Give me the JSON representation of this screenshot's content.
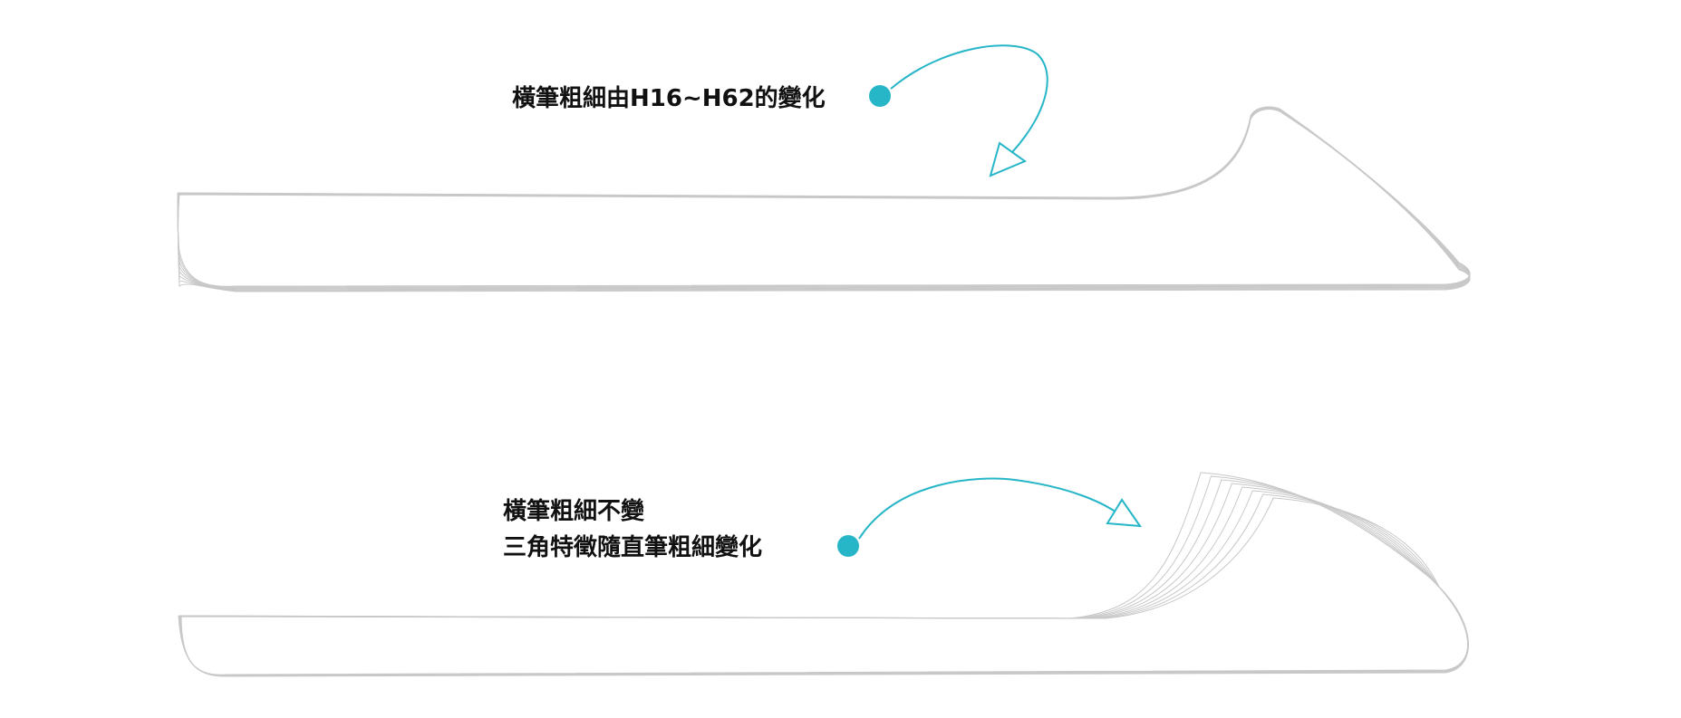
{
  "annotations": [
    {
      "lines": [
        "橫筆粗細由H16~H62的變化"
      ]
    },
    {
      "lines": [
        "橫筆粗細不變",
        "三角特徵隨直筆粗細變化"
      ]
    }
  ],
  "colors": {
    "accent": "#26b6c8",
    "stroke": "#c8c8c8"
  },
  "variant_count": 8
}
